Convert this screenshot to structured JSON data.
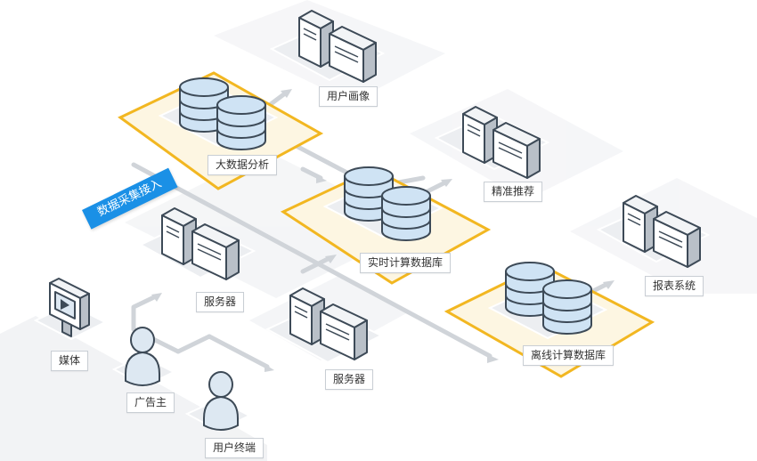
{
  "banner": {
    "title": "数据采集接入"
  },
  "labels": {
    "media": "媒体",
    "advertiser": "广告主",
    "user_terminal": "用户终端",
    "server_1": "服务器",
    "server_2": "服务器",
    "big_data_analysis": "大数据分析",
    "user_profile": "用户画像",
    "realtime_db": "实时计算数据库",
    "precise_recommend": "精准推荐",
    "offline_db": "离线计算数据库",
    "report_system": "报表系统"
  },
  "colors": {
    "highlight": "#f2b721",
    "highlight_fill": "#fdf6e2",
    "platform": "#eceef1",
    "db_fill": "#cfe3f4",
    "outline": "#3d4a57",
    "connector": "#d0d4d9",
    "banner": "#1a90e6"
  },
  "icons": [
    "monitor-icon",
    "person-icon",
    "server-icon",
    "database-icon"
  ]
}
